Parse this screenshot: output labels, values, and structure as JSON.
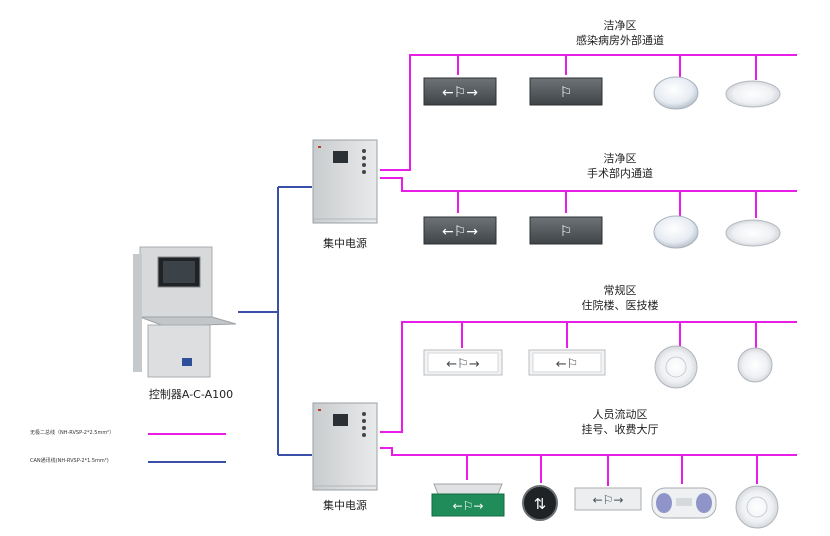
{
  "controller": {
    "label": "控制器A-C-A100"
  },
  "power_units": [
    {
      "label": "集中电源"
    },
    {
      "label": "集中电源"
    }
  ],
  "zones": [
    {
      "title": "洁净区",
      "subtitle": "感染病房外部通道"
    },
    {
      "title": "洁净区",
      "subtitle": "手术部内通道"
    },
    {
      "title": "常规区",
      "subtitle": "住院楼、医技楼"
    },
    {
      "title": "人员流动区",
      "subtitle": "挂号、收费大厅"
    }
  ],
  "legend": {
    "bus_line": "无极二总线（NH-RVSP-2*2.5mm²）",
    "can_line": "CAN通讯线(NH-RVSP-2*1.5mm²)"
  },
  "colors": {
    "bus": "#e81ee8",
    "can": "#3a4fa8",
    "sign_green": "#1f8c5a",
    "sign_gray": "#5a5f63"
  },
  "icons": {
    "exit_sign": "running-man-exit-sign-icon",
    "ceiling_light": "round-ceiling-light-icon",
    "bulkhead_light": "oval-bulkhead-light-icon",
    "direction_indicator": "bidirectional-arrow-indicator-icon",
    "twin_spot_light": "twin-spot-emergency-light-icon"
  }
}
